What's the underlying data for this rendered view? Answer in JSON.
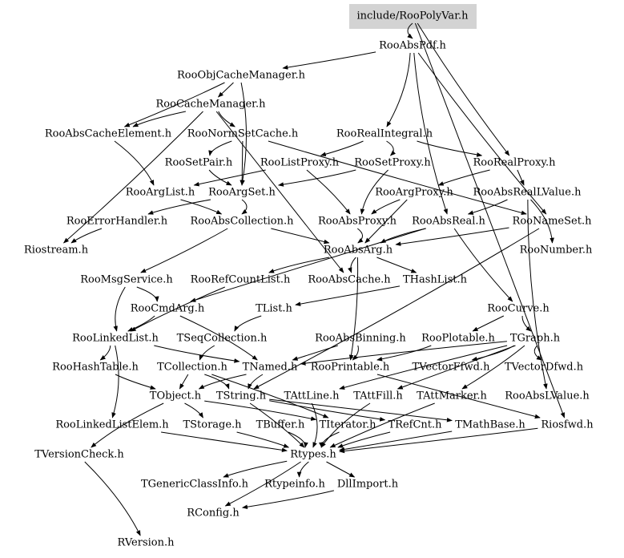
{
  "diagram": {
    "root": "include/RooPolyVar.h",
    "nodes": [
      {
        "id": "root",
        "label": "include/RooPolyVar.h"
      },
      {
        "id": "absPdf",
        "label": "RooAbsPdf.h"
      },
      {
        "id": "objCacheMgr",
        "label": "RooObjCacheManager.h"
      },
      {
        "id": "cacheMgr",
        "label": "RooCacheManager.h"
      },
      {
        "id": "absCacheElem",
        "label": "RooAbsCacheElement.h"
      },
      {
        "id": "normSetCache",
        "label": "RooNormSetCache.h"
      },
      {
        "id": "realIntegral",
        "label": "RooRealIntegral.h"
      },
      {
        "id": "setPair",
        "label": "RooSetPair.h"
      },
      {
        "id": "listProxy",
        "label": "RooListProxy.h"
      },
      {
        "id": "setProxy",
        "label": "RooSetProxy.h"
      },
      {
        "id": "realProxy",
        "label": "RooRealProxy.h"
      },
      {
        "id": "argList",
        "label": "RooArgList.h"
      },
      {
        "id": "argSet",
        "label": "RooArgSet.h"
      },
      {
        "id": "argProxy",
        "label": "RooArgProxy.h"
      },
      {
        "id": "absRealLValue",
        "label": "RooAbsRealLValue.h"
      },
      {
        "id": "errorHandler",
        "label": "RooErrorHandler.h"
      },
      {
        "id": "absCollection",
        "label": "RooAbsCollection.h"
      },
      {
        "id": "absProxy",
        "label": "RooAbsProxy.h"
      },
      {
        "id": "absReal",
        "label": "RooAbsReal.h"
      },
      {
        "id": "nameSet",
        "label": "RooNameSet.h"
      },
      {
        "id": "riostream",
        "label": "Riostream.h"
      },
      {
        "id": "absArg",
        "label": "RooAbsArg.h"
      },
      {
        "id": "number",
        "label": "RooNumber.h"
      },
      {
        "id": "msgService",
        "label": "RooMsgService.h"
      },
      {
        "id": "refCountList",
        "label": "RooRefCountList.h"
      },
      {
        "id": "absCache",
        "label": "RooAbsCache.h"
      },
      {
        "id": "hashList",
        "label": "THashList.h"
      },
      {
        "id": "cmdArg",
        "label": "RooCmdArg.h"
      },
      {
        "id": "tlist",
        "label": "TList.h"
      },
      {
        "id": "curve",
        "label": "RooCurve.h"
      },
      {
        "id": "linkedList",
        "label": "RooLinkedList.h"
      },
      {
        "id": "seqCollection",
        "label": "TSeqCollection.h"
      },
      {
        "id": "absBinning",
        "label": "RooAbsBinning.h"
      },
      {
        "id": "plotable",
        "label": "RooPlotable.h"
      },
      {
        "id": "graph",
        "label": "TGraph.h"
      },
      {
        "id": "hashTable",
        "label": "RooHashTable.h"
      },
      {
        "id": "collection",
        "label": "TCollection.h"
      },
      {
        "id": "named",
        "label": "TNamed.h"
      },
      {
        "id": "printable",
        "label": "RooPrintable.h"
      },
      {
        "id": "vectorF",
        "label": "TVectorFfwd.h"
      },
      {
        "id": "vectorD",
        "label": "TVectorDfwd.h"
      },
      {
        "id": "tobject",
        "label": "TObject.h"
      },
      {
        "id": "tstring",
        "label": "TString.h"
      },
      {
        "id": "attLine",
        "label": "TAttLine.h"
      },
      {
        "id": "attFill",
        "label": "TAttFill.h"
      },
      {
        "id": "attMarker",
        "label": "TAttMarker.h"
      },
      {
        "id": "absLValue",
        "label": "RooAbsLValue.h"
      },
      {
        "id": "linkedListElem",
        "label": "RooLinkedListElem.h"
      },
      {
        "id": "storage",
        "label": "TStorage.h"
      },
      {
        "id": "buffer",
        "label": "TBuffer.h"
      },
      {
        "id": "iterator",
        "label": "TIterator.h"
      },
      {
        "id": "refCnt",
        "label": "TRefCnt.h"
      },
      {
        "id": "mathBase",
        "label": "TMathBase.h"
      },
      {
        "id": "riosfwd",
        "label": "Riosfwd.h"
      },
      {
        "id": "versionCheck",
        "label": "TVersionCheck.h"
      },
      {
        "id": "rtypes",
        "label": "Rtypes.h"
      },
      {
        "id": "genericClassInfo",
        "label": "TGenericClassInfo.h"
      },
      {
        "id": "rtypeinfo",
        "label": "Rtypeinfo.h"
      },
      {
        "id": "dllImport",
        "label": "DllImport.h"
      },
      {
        "id": "rconfig",
        "label": "RConfig.h"
      },
      {
        "id": "rversion",
        "label": "RVersion.h"
      }
    ],
    "edges": [
      [
        "root",
        "absPdf"
      ],
      [
        "root",
        "realProxy"
      ],
      [
        "root",
        "riosfwd"
      ],
      [
        "absPdf",
        "objCacheMgr"
      ],
      [
        "absPdf",
        "realIntegral"
      ],
      [
        "absPdf",
        "absReal"
      ],
      [
        "absPdf",
        "nameSet"
      ],
      [
        "objCacheMgr",
        "cacheMgr"
      ],
      [
        "objCacheMgr",
        "absCacheElem"
      ],
      [
        "objCacheMgr",
        "argSet"
      ],
      [
        "cacheMgr",
        "absCacheElem"
      ],
      [
        "cacheMgr",
        "normSetCache"
      ],
      [
        "cacheMgr",
        "absCache"
      ],
      [
        "cacheMgr",
        "riostream"
      ],
      [
        "absCacheElem",
        "argList"
      ],
      [
        "normSetCache",
        "setPair"
      ],
      [
        "normSetCache",
        "nameSet"
      ],
      [
        "normSetCache",
        "argSet"
      ],
      [
        "realIntegral",
        "listProxy"
      ],
      [
        "realIntegral",
        "setProxy"
      ],
      [
        "realIntegral",
        "realProxy"
      ],
      [
        "setPair",
        "argSet"
      ],
      [
        "listProxy",
        "argList"
      ],
      [
        "listProxy",
        "absProxy"
      ],
      [
        "setProxy",
        "argSet"
      ],
      [
        "setProxy",
        "absProxy"
      ],
      [
        "realProxy",
        "argProxy"
      ],
      [
        "realProxy",
        "absRealLValue"
      ],
      [
        "argList",
        "absCollection"
      ],
      [
        "argSet",
        "absCollection"
      ],
      [
        "argSet",
        "errorHandler"
      ],
      [
        "argProxy",
        "absProxy"
      ],
      [
        "argProxy",
        "absArg"
      ],
      [
        "absRealLValue",
        "absReal"
      ],
      [
        "absRealLValue",
        "number"
      ],
      [
        "absRealLValue",
        "absLValue"
      ],
      [
        "errorHandler",
        "riostream"
      ],
      [
        "absCollection",
        "absArg"
      ],
      [
        "absCollection",
        "msgService"
      ],
      [
        "absProxy",
        "absArg"
      ],
      [
        "absReal",
        "absArg"
      ],
      [
        "absReal",
        "curve"
      ],
      [
        "absReal",
        "cmdArg"
      ],
      [
        "nameSet",
        "absArg"
      ],
      [
        "nameSet",
        "tstring"
      ],
      [
        "absArg",
        "refCountList"
      ],
      [
        "absArg",
        "absCache"
      ],
      [
        "absArg",
        "hashList"
      ],
      [
        "absArg",
        "printable"
      ],
      [
        "msgService",
        "cmdArg"
      ],
      [
        "msgService",
        "linkedList"
      ],
      [
        "refCountList",
        "linkedList"
      ],
      [
        "hashList",
        "tlist"
      ],
      [
        "cmdArg",
        "linkedList"
      ],
      [
        "cmdArg",
        "named"
      ],
      [
        "tlist",
        "seqCollection"
      ],
      [
        "curve",
        "graph"
      ],
      [
        "curve",
        "plotable"
      ],
      [
        "linkedList",
        "hashTable"
      ],
      [
        "linkedList",
        "linkedListElem"
      ],
      [
        "linkedList",
        "named"
      ],
      [
        "seqCollection",
        "collection"
      ],
      [
        "absBinning",
        "named"
      ],
      [
        "absBinning",
        "printable"
      ],
      [
        "plotable",
        "printable"
      ],
      [
        "graph",
        "named"
      ],
      [
        "graph",
        "attLine"
      ],
      [
        "graph",
        "attFill"
      ],
      [
        "graph",
        "attMarker"
      ],
      [
        "graph",
        "vectorF"
      ],
      [
        "graph",
        "vectorD"
      ],
      [
        "hashTable",
        "tobject"
      ],
      [
        "collection",
        "tobject"
      ],
      [
        "collection",
        "iterator"
      ],
      [
        "collection",
        "tstring"
      ],
      [
        "named",
        "tobject"
      ],
      [
        "named",
        "tstring"
      ],
      [
        "printable",
        "riosfwd"
      ],
      [
        "tobject",
        "storage"
      ],
      [
        "tobject",
        "iterator"
      ],
      [
        "tobject",
        "versionCheck"
      ],
      [
        "tstring",
        "refCnt"
      ],
      [
        "tstring",
        "mathBase"
      ],
      [
        "tstring",
        "rtypes"
      ],
      [
        "attLine",
        "rtypes"
      ],
      [
        "attFill",
        "rtypes"
      ],
      [
        "attMarker",
        "rtypes"
      ],
      [
        "linkedListElem",
        "rtypes"
      ],
      [
        "storage",
        "rtypes"
      ],
      [
        "buffer",
        "rtypes"
      ],
      [
        "iterator",
        "rtypes"
      ],
      [
        "refCnt",
        "rtypes"
      ],
      [
        "mathBase",
        "rtypes"
      ],
      [
        "riosfwd",
        "rtypes"
      ],
      [
        "versionCheck",
        "rversion"
      ],
      [
        "rtypes",
        "genericClassInfo"
      ],
      [
        "rtypes",
        "rtypeinfo"
      ],
      [
        "rtypes",
        "dllImport"
      ],
      [
        "rtypes",
        "rconfig"
      ],
      [
        "dllImport",
        "rconfig"
      ]
    ]
  }
}
